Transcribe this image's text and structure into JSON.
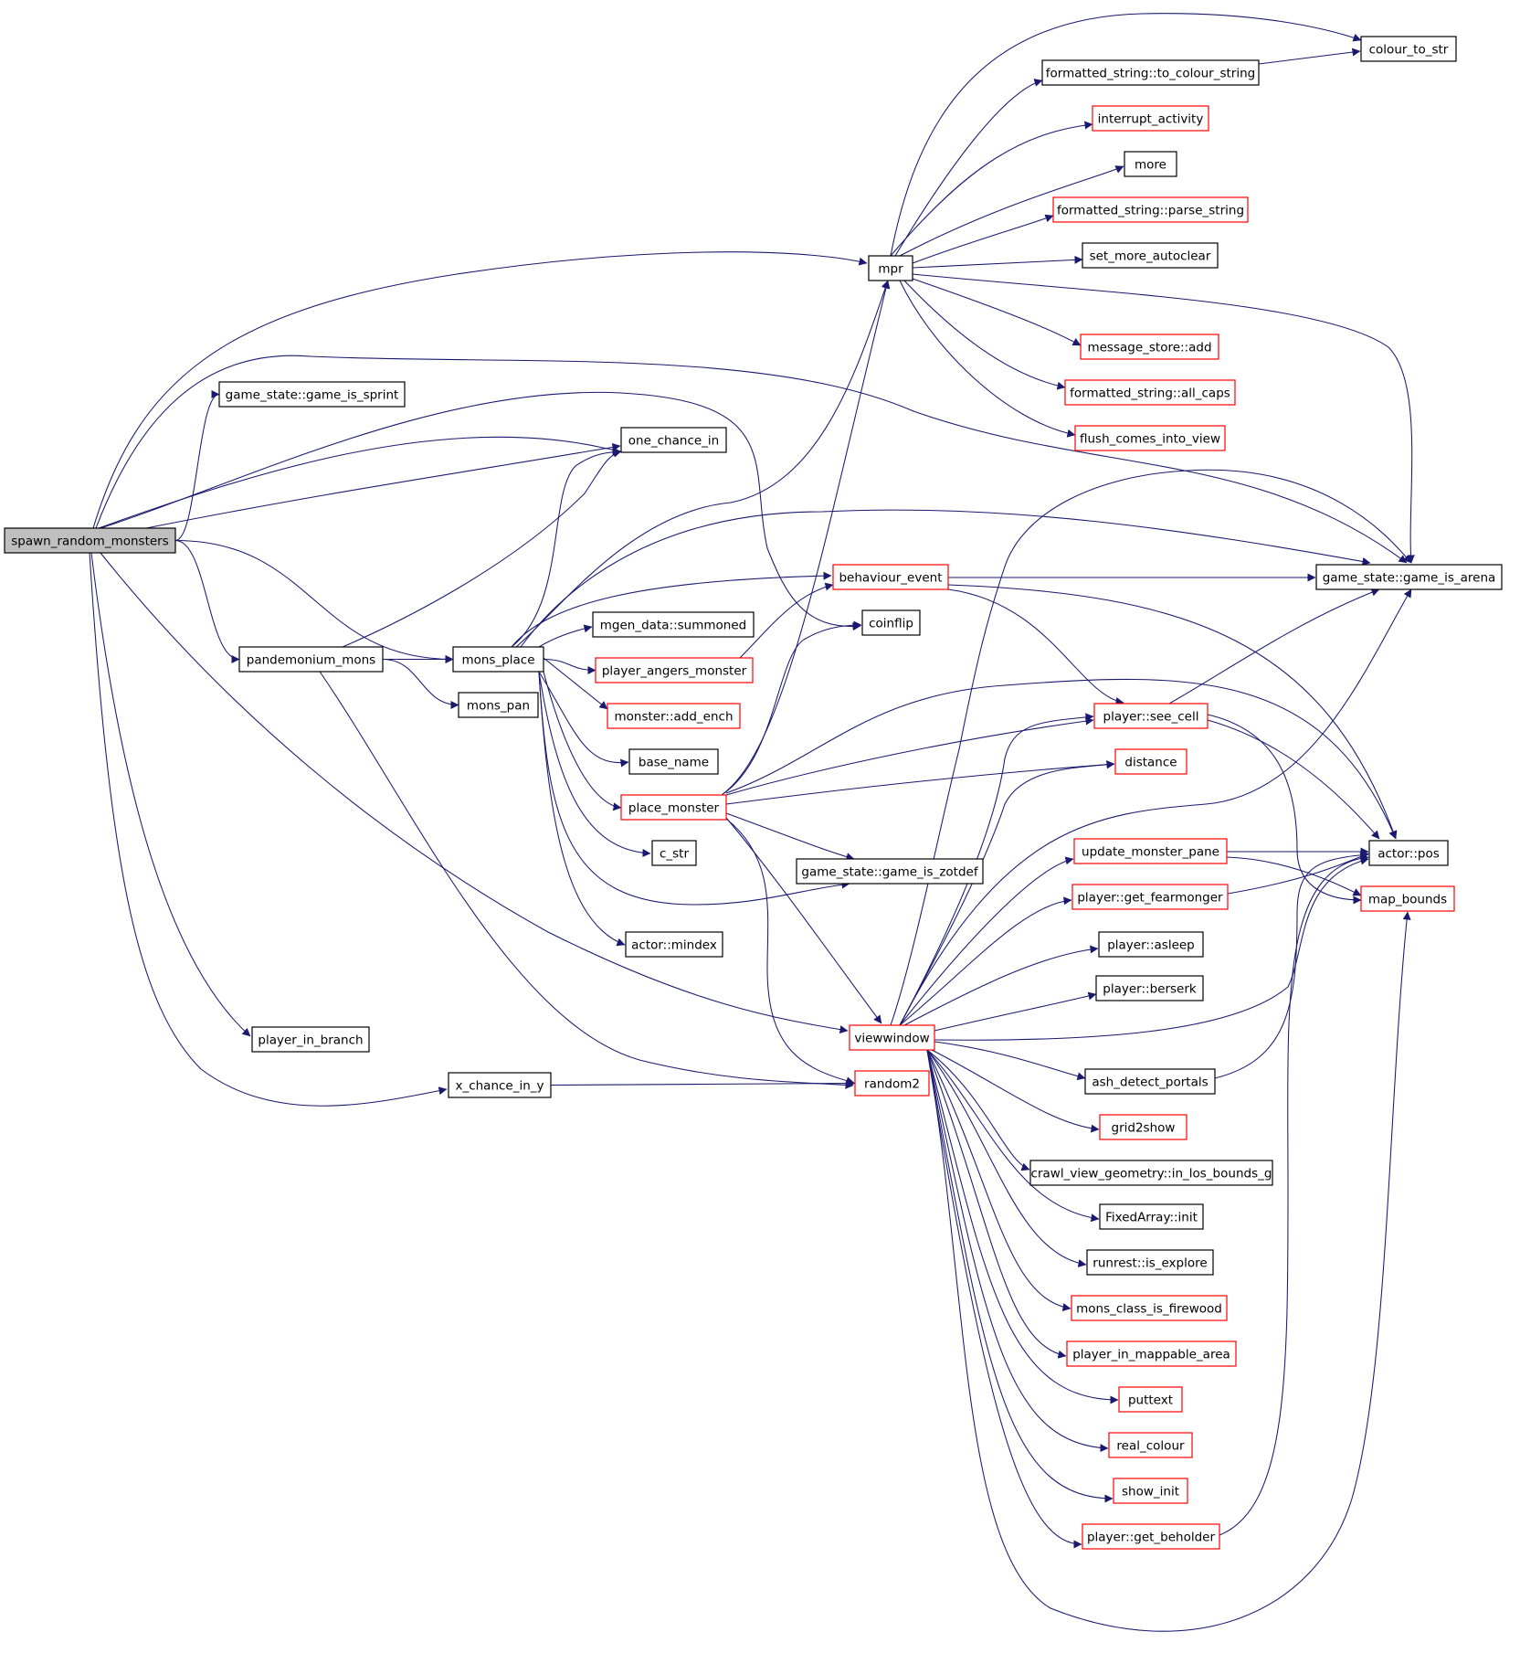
{
  "diagram": {
    "type": "call-graph",
    "colors": {
      "edge": "#191970",
      "root_fill": "#bfbfbf",
      "node_fill": "#ffffff",
      "border_normal": "#000000",
      "border_truncated": "#ff0000"
    },
    "nodes": [
      {
        "id": "spawn_random_monsters",
        "label": "spawn_random_monsters",
        "style": "root"
      },
      {
        "id": "game_is_sprint",
        "label": "game_state::game_is_sprint",
        "style": "normal"
      },
      {
        "id": "one_chance_in",
        "label": "one_chance_in",
        "style": "normal"
      },
      {
        "id": "pandemonium_mons",
        "label": "pandemonium_mons",
        "style": "normal"
      },
      {
        "id": "mons_place",
        "label": "mons_place",
        "style": "normal"
      },
      {
        "id": "mons_pan",
        "label": "mons_pan",
        "style": "normal"
      },
      {
        "id": "player_in_branch",
        "label": "player_in_branch",
        "style": "normal"
      },
      {
        "id": "x_chance_in_y",
        "label": "x_chance_in_y",
        "style": "normal"
      },
      {
        "id": "mgen_summoned",
        "label": "mgen_data::summoned",
        "style": "normal"
      },
      {
        "id": "player_angers_monster",
        "label": "player_angers_monster",
        "style": "truncated"
      },
      {
        "id": "add_ench",
        "label": "monster::add_ench",
        "style": "truncated"
      },
      {
        "id": "base_name",
        "label": "base_name",
        "style": "normal"
      },
      {
        "id": "place_monster",
        "label": "place_monster",
        "style": "truncated"
      },
      {
        "id": "c_str",
        "label": "c_str",
        "style": "normal"
      },
      {
        "id": "mindex",
        "label": "actor::mindex",
        "style": "normal"
      },
      {
        "id": "game_is_zotdef",
        "label": "game_state::game_is_zotdef",
        "style": "normal"
      },
      {
        "id": "mpr",
        "label": "mpr",
        "style": "normal"
      },
      {
        "id": "behaviour_event",
        "label": "behaviour_event",
        "style": "truncated"
      },
      {
        "id": "coinflip",
        "label": "coinflip",
        "style": "normal"
      },
      {
        "id": "viewwindow",
        "label": "viewwindow",
        "style": "truncated"
      },
      {
        "id": "random2",
        "label": "random2",
        "style": "truncated"
      },
      {
        "id": "to_colour_string",
        "label": "formatted_string::to_colour_string",
        "style": "normal"
      },
      {
        "id": "interrupt_activity",
        "label": "interrupt_activity",
        "style": "truncated"
      },
      {
        "id": "more",
        "label": "more",
        "style": "normal"
      },
      {
        "id": "parse_string",
        "label": "formatted_string::parse_string",
        "style": "truncated"
      },
      {
        "id": "set_more_autoclear",
        "label": "set_more_autoclear",
        "style": "normal"
      },
      {
        "id": "message_store_add",
        "label": "message_store::add",
        "style": "truncated"
      },
      {
        "id": "all_caps",
        "label": "formatted_string::all_caps",
        "style": "truncated"
      },
      {
        "id": "flush_comes_into_view",
        "label": "flush_comes_into_view",
        "style": "truncated"
      },
      {
        "id": "see_cell",
        "label": "player::see_cell",
        "style": "truncated"
      },
      {
        "id": "distance",
        "label": "distance",
        "style": "truncated"
      },
      {
        "id": "update_monster_pane",
        "label": "update_monster_pane",
        "style": "truncated"
      },
      {
        "id": "get_fearmonger",
        "label": "player::get_fearmonger",
        "style": "truncated"
      },
      {
        "id": "asleep",
        "label": "player::asleep",
        "style": "normal"
      },
      {
        "id": "berserk",
        "label": "player::berserk",
        "style": "normal"
      },
      {
        "id": "ash_detect_portals",
        "label": "ash_detect_portals",
        "style": "normal"
      },
      {
        "id": "grid2show",
        "label": "grid2show",
        "style": "truncated"
      },
      {
        "id": "in_los_bounds",
        "label": "crawl_view_geometry::in_los_bounds_g",
        "style": "normal"
      },
      {
        "id": "fixedarray_init",
        "label": "FixedArray::init",
        "style": "normal"
      },
      {
        "id": "is_explore",
        "label": "runrest::is_explore",
        "style": "normal"
      },
      {
        "id": "is_firewood",
        "label": "mons_class_is_firewood",
        "style": "truncated"
      },
      {
        "id": "in_mappable_area",
        "label": "player_in_mappable_area",
        "style": "truncated"
      },
      {
        "id": "puttext",
        "label": "puttext",
        "style": "truncated"
      },
      {
        "id": "real_colour",
        "label": "real_colour",
        "style": "truncated"
      },
      {
        "id": "show_init",
        "label": "show_init",
        "style": "truncated"
      },
      {
        "id": "get_beholder",
        "label": "player::get_beholder",
        "style": "truncated"
      },
      {
        "id": "colour_to_str",
        "label": "colour_to_str",
        "style": "normal"
      },
      {
        "id": "game_is_arena",
        "label": "game_state::game_is_arena",
        "style": "normal"
      },
      {
        "id": "actor_pos",
        "label": "actor::pos",
        "style": "normal"
      },
      {
        "id": "map_bounds",
        "label": "map_bounds",
        "style": "truncated"
      }
    ],
    "edges": [
      [
        "spawn_random_monsters",
        "mpr"
      ],
      [
        "spawn_random_monsters",
        "game_is_sprint"
      ],
      [
        "spawn_random_monsters",
        "game_is_arena"
      ],
      [
        "spawn_random_monsters",
        "one_chance_in"
      ],
      [
        "spawn_random_monsters",
        "one_chance_in"
      ],
      [
        "spawn_random_monsters",
        "coinflip"
      ],
      [
        "spawn_random_monsters",
        "pandemonium_mons"
      ],
      [
        "spawn_random_monsters",
        "mons_place"
      ],
      [
        "spawn_random_monsters",
        "viewwindow"
      ],
      [
        "spawn_random_monsters",
        "player_in_branch"
      ],
      [
        "spawn_random_monsters",
        "x_chance_in_y"
      ],
      [
        "pandemonium_mons",
        "one_chance_in"
      ],
      [
        "pandemonium_mons",
        "mons_place"
      ],
      [
        "pandemonium_mons",
        "mons_pan"
      ],
      [
        "pandemonium_mons",
        "random2"
      ],
      [
        "x_chance_in_y",
        "random2"
      ],
      [
        "mons_place",
        "one_chance_in"
      ],
      [
        "mons_place",
        "mpr"
      ],
      [
        "mons_place",
        "game_is_arena"
      ],
      [
        "mons_place",
        "behaviour_event"
      ],
      [
        "mons_place",
        "mgen_summoned"
      ],
      [
        "mons_place",
        "player_angers_monster"
      ],
      [
        "mons_place",
        "add_ench"
      ],
      [
        "mons_place",
        "base_name"
      ],
      [
        "mons_place",
        "place_monster"
      ],
      [
        "mons_place",
        "c_str"
      ],
      [
        "mons_place",
        "game_is_zotdef"
      ],
      [
        "mons_place",
        "mindex"
      ],
      [
        "player_angers_monster",
        "behaviour_event"
      ],
      [
        "place_monster",
        "mpr"
      ],
      [
        "place_monster",
        "coinflip"
      ],
      [
        "place_monster",
        "actor_pos"
      ],
      [
        "place_monster",
        "see_cell"
      ],
      [
        "place_monster",
        "distance"
      ],
      [
        "place_monster",
        "game_is_zotdef"
      ],
      [
        "place_monster",
        "viewwindow"
      ],
      [
        "place_monster",
        "random2"
      ],
      [
        "behaviour_event",
        "game_is_arena"
      ],
      [
        "behaviour_event",
        "actor_pos"
      ],
      [
        "behaviour_event",
        "see_cell"
      ],
      [
        "mpr",
        "colour_to_str"
      ],
      [
        "mpr",
        "to_colour_string"
      ],
      [
        "mpr",
        "interrupt_activity"
      ],
      [
        "mpr",
        "more"
      ],
      [
        "mpr",
        "parse_string"
      ],
      [
        "mpr",
        "set_more_autoclear"
      ],
      [
        "mpr",
        "game_is_arena"
      ],
      [
        "mpr",
        "message_store_add"
      ],
      [
        "mpr",
        "all_caps"
      ],
      [
        "mpr",
        "flush_comes_into_view"
      ],
      [
        "to_colour_string",
        "colour_to_str"
      ],
      [
        "see_cell",
        "game_is_arena"
      ],
      [
        "see_cell",
        "actor_pos"
      ],
      [
        "see_cell",
        "map_bounds"
      ],
      [
        "update_monster_pane",
        "actor_pos"
      ],
      [
        "update_monster_pane",
        "map_bounds"
      ],
      [
        "get_fearmonger",
        "actor_pos"
      ],
      [
        "ash_detect_portals",
        "actor_pos"
      ],
      [
        "get_beholder",
        "actor_pos"
      ],
      [
        "viewwindow",
        "mpr"
      ],
      [
        "viewwindow",
        "see_cell"
      ],
      [
        "viewwindow",
        "distance"
      ],
      [
        "viewwindow",
        "game_is_arena"
      ],
      [
        "viewwindow",
        "update_monster_pane"
      ],
      [
        "viewwindow",
        "get_fearmonger"
      ],
      [
        "viewwindow",
        "asleep"
      ],
      [
        "viewwindow",
        "berserk"
      ],
      [
        "viewwindow",
        "actor_pos"
      ],
      [
        "viewwindow",
        "ash_detect_portals"
      ],
      [
        "viewwindow",
        "grid2show"
      ],
      [
        "viewwindow",
        "in_los_bounds"
      ],
      [
        "viewwindow",
        "fixedarray_init"
      ],
      [
        "viewwindow",
        "is_explore"
      ],
      [
        "viewwindow",
        "is_firewood"
      ],
      [
        "viewwindow",
        "in_mappable_area"
      ],
      [
        "viewwindow",
        "puttext"
      ],
      [
        "viewwindow",
        "real_colour"
      ],
      [
        "viewwindow",
        "show_init"
      ],
      [
        "viewwindow",
        "get_beholder"
      ],
      [
        "viewwindow",
        "map_bounds"
      ]
    ]
  }
}
